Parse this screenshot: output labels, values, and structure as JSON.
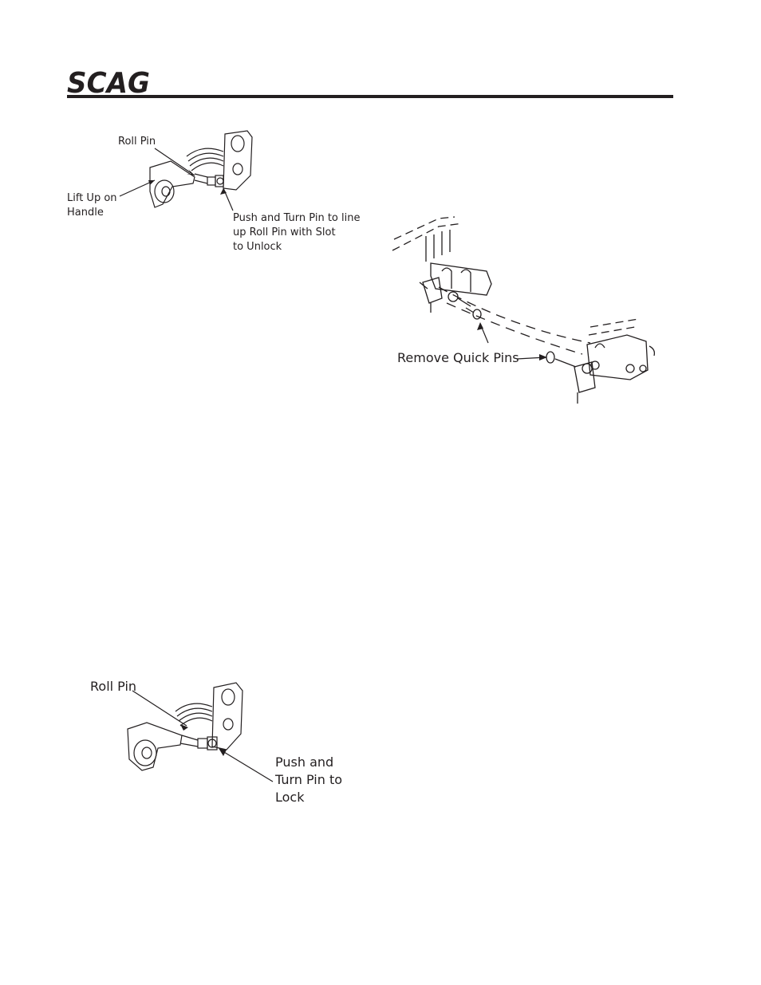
{
  "header": {
    "brand": "SCAG"
  },
  "figure_unlock": {
    "roll_pin": "Roll Pin",
    "lift_up_line1": "Lift Up on",
    "lift_up_line2": "Handle",
    "push_turn_line1": "Push and Turn Pin to line",
    "push_turn_line2": "up Roll Pin with Slot",
    "push_turn_line3": "to Unlock"
  },
  "figure_quick_pins": {
    "remove_quick_pins": "Remove Quick Pins"
  },
  "figure_lock": {
    "roll_pin": "Roll Pin",
    "push_turn_line1": "Push and",
    "push_turn_line2": "Turn Pin to",
    "push_turn_line3": "Lock"
  }
}
